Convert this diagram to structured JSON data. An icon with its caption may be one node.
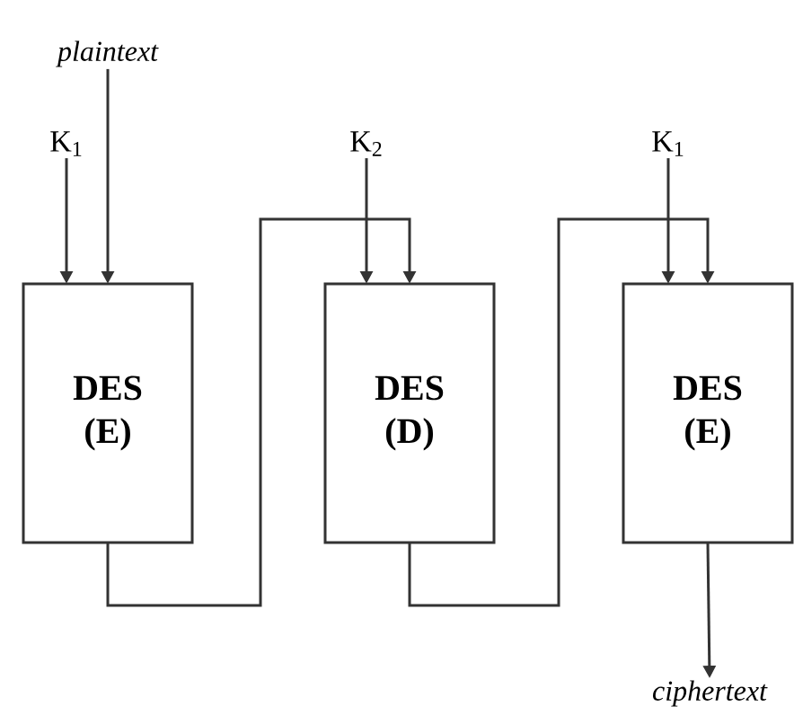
{
  "diagram": {
    "nodes": [
      {
        "text": [
          "plaintext"
        ]
      },
      {
        "text": [
          "K$_{1}$"
        ]
      },
      {
        "text": [
          "K$_{2}$"
        ]
      },
      {
        "text": [
          "K$_{1}$"
        ]
      },
      {
        "text": [
          "DES (E)"
        ]
      },
      {
        "text": [
          "DES (D)"
        ]
      },
      {
        "text": [
          "DES (E)"
        ]
      },
      {
        "text": [
          "ciphertext"
        ]
      }
    ],
    "edges": [
      {
        "from": 1,
        "to": 4,
        "arrow": "to"
      },
      {
        "from": 0,
        "to": 4,
        "arrow": "to"
      },
      {
        "from": 4,
        "to": 5,
        "arrow": "to"
      },
      {
        "from": 2,
        "to": 5,
        "arrow": "to"
      },
      {
        "from": 5,
        "to": 6,
        "arrow": "to"
      },
      {
        "from": 3,
        "to": 6,
        "arrow": "to"
      },
      {
        "from": 6,
        "to": 7,
        "arrow": "to"
      }
    ]
  }
}
